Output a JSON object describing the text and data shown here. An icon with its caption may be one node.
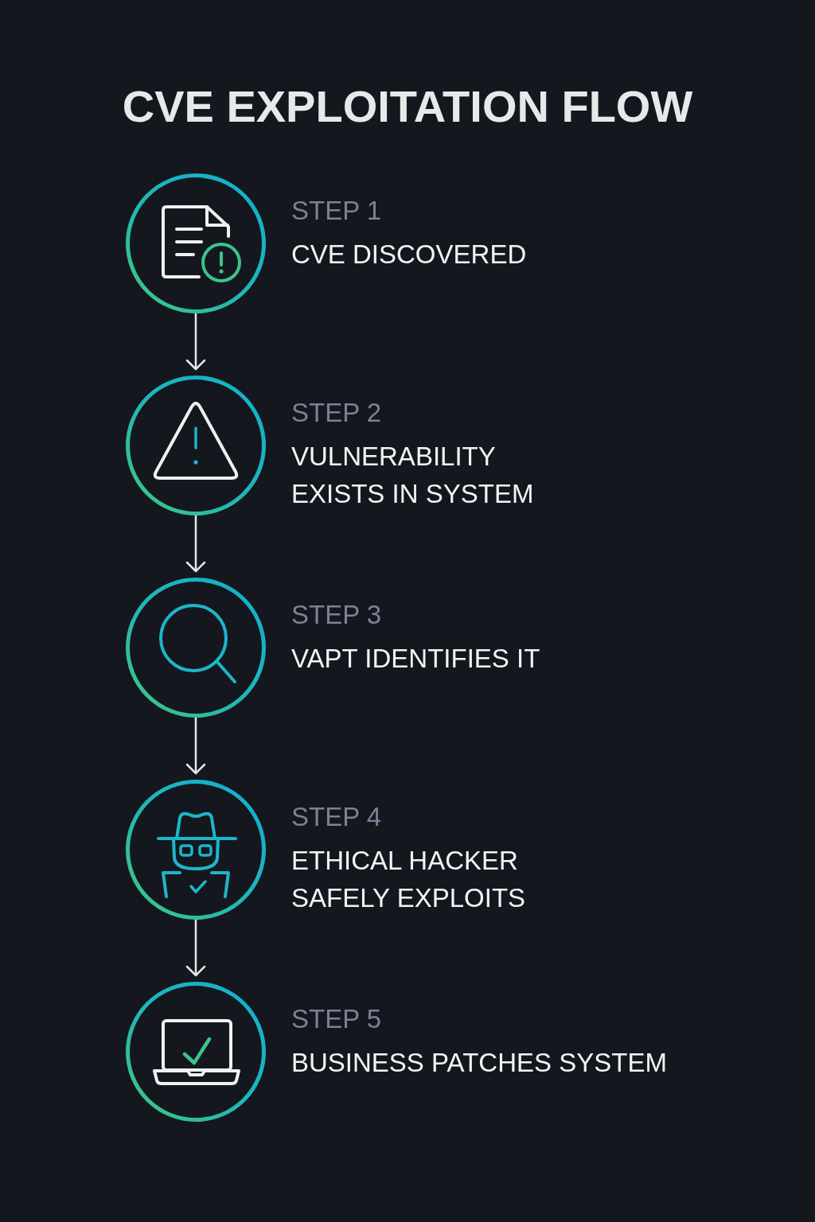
{
  "diagram": {
    "title": "CVE EXPLOITATION FLOW",
    "nodes": [
      {
        "text": [
          "STEP 1",
          "CVE DISCOVERED"
        ]
      },
      {
        "text": [
          "STEP 2",
          "VULNERABILITY EXISTS IN SYSTEM"
        ]
      },
      {
        "text": [
          "STEP 3",
          "VAPT IDENTIFIES IT"
        ]
      },
      {
        "text": [
          "STEP 4",
          "ETHICAL HACKER SAFELY EXPLOITS"
        ]
      },
      {
        "text": [
          "STEP 5",
          "BUSINESS PATCHES SYSTEM"
        ]
      }
    ],
    "edges": [
      {
        "from": 0,
        "to": 1,
        "arrow": "to"
      },
      {
        "from": 1,
        "to": 2,
        "arrow": "to"
      },
      {
        "from": 2,
        "to": 3,
        "arrow": "to"
      },
      {
        "from": 3,
        "to": 4,
        "arrow": "to"
      }
    ]
  }
}
